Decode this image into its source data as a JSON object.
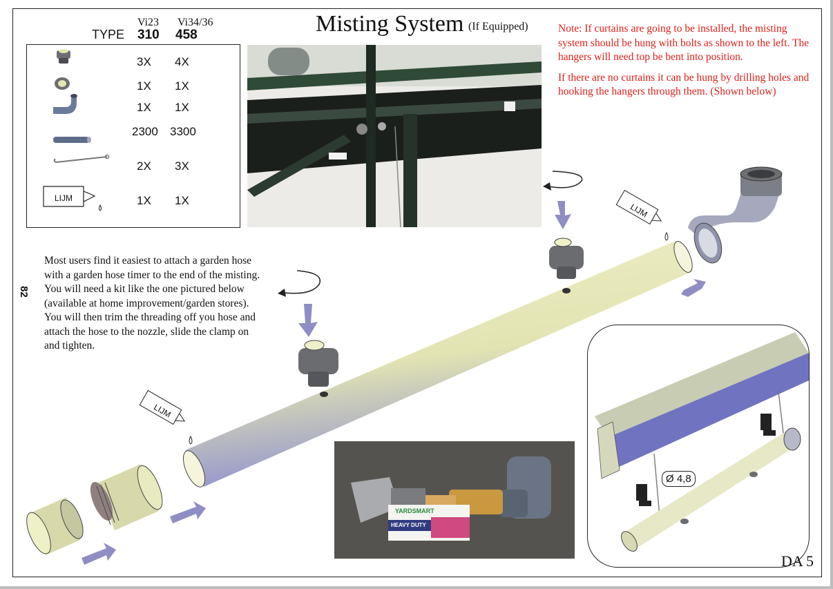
{
  "header": {
    "title": "Misting System",
    "subtitle": "(If Equipped)"
  },
  "spec": {
    "type_label": "TYPE",
    "models": [
      {
        "name": "Vi23",
        "count": "310"
      },
      {
        "name": "Vi34/36",
        "count": "458"
      }
    ]
  },
  "parts": [
    {
      "icon": "nozzle-icon",
      "a": "3X",
      "b": "4X"
    },
    {
      "icon": "end-cap-icon",
      "a": "1X",
      "b": "1X"
    },
    {
      "icon": "elbow-icon",
      "a": "1X",
      "b": "1X"
    },
    {
      "icon": "pipe-icon",
      "a": "2300",
      "b": "3300"
    },
    {
      "icon": "hanger-icon",
      "a": "2X",
      "b": "3X"
    },
    {
      "icon": "glue-tube-icon",
      "label": "LIJM",
      "a": "1X",
      "b": "1X"
    }
  ],
  "note": {
    "p1": "Note:  If curtains are going to be installed, the misting system should be hung with bolts as shown to the left.  The hangers will need top be bent into position.",
    "p2": "If there are no curtains it can be hung by drilling holes and hooking the hangers through them. (Shown below)"
  },
  "side_page_number": "82",
  "instructions": "Most users find it easiest to attach a garden hose with a garden hose timer to the end of the misting.   You will need a kit like the one pictured below (available at home improvement/garden stores).  You will then trim the threading off you hose and attach the hose to the nozzle, slide the clamp on and tighten.",
  "diagram": {
    "glue_label": "LIJM",
    "dimension": "Ø 4,8"
  },
  "photo2": {
    "brand": "YARDSMART",
    "tag": "HEAVY DUTY"
  },
  "footer": {
    "code": "DA 5"
  },
  "colors": {
    "pipe": "#e4e6b4",
    "pipe_shadow": "#7d7fc6",
    "note_text": "#e0201a",
    "arrow": "#8e8ec4"
  }
}
